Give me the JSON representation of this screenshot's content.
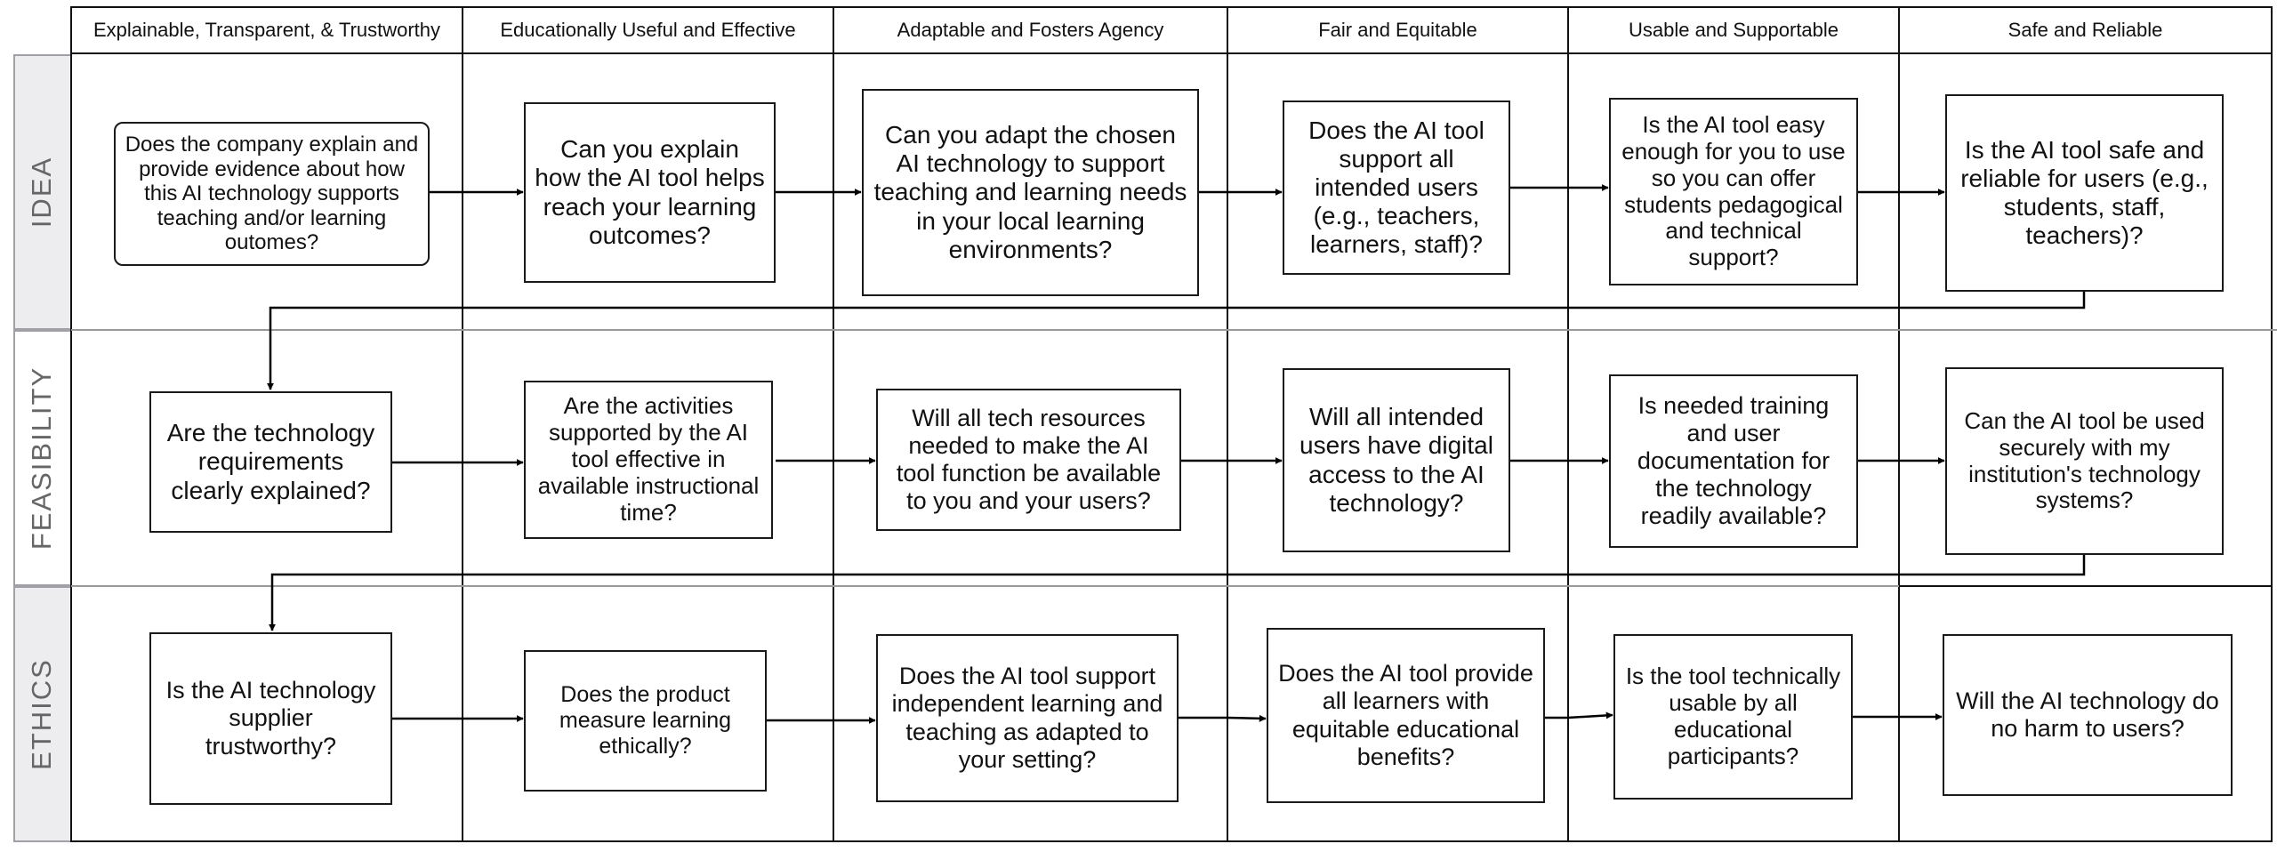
{
  "columns": [
    "Explainable, Transparent, & Trustworthy",
    "Educationally Useful and Effective",
    "Adaptable and Fosters Agency",
    "Fair and Equitable",
    "Usable and Supportable",
    "Safe and Reliable"
  ],
  "rows": [
    "IDEA",
    "FEASIBILITY",
    "ETHICS"
  ],
  "cells": {
    "idea": [
      "Does the company explain and provide evidence about how this AI technology supports teaching and/or learning outomes?",
      "Can you explain how the AI tool helps reach your learning outcomes?",
      "Can you adapt the chosen AI technology to support teaching and learning needs in your local learning environments?",
      "Does the AI tool support all intended users (e.g., teachers, learners, staff)?",
      "Is the AI tool easy enough for you to use so you can offer students pedagogical and technical support?",
      "Is the AI tool safe and reliable for users (e.g., students, staff, teachers)?"
    ],
    "feasibility": [
      "Are the technology requirements clearly explained?",
      "Are the activities supported by the AI tool effective in available instructional time?",
      "Will all tech resources needed to make the AI tool function be available to you and your users?",
      "Will all intended users have digital access to the AI technology?",
      "Is needed training and user documentation for the technology readily available?",
      "Can the AI tool be used securely with my institution's technology systems?"
    ],
    "ethics": [
      "Is the AI technology supplier trustworthy?",
      "Does the product measure learning ethically?",
      "Does the AI tool support independent learning and teaching as adapted to your setting?",
      "Does the AI tool provide all learners with equitable educational benefits?",
      "Is the tool technically usable by all educational participants?",
      "Will the AI technology do no harm to users?"
    ]
  }
}
